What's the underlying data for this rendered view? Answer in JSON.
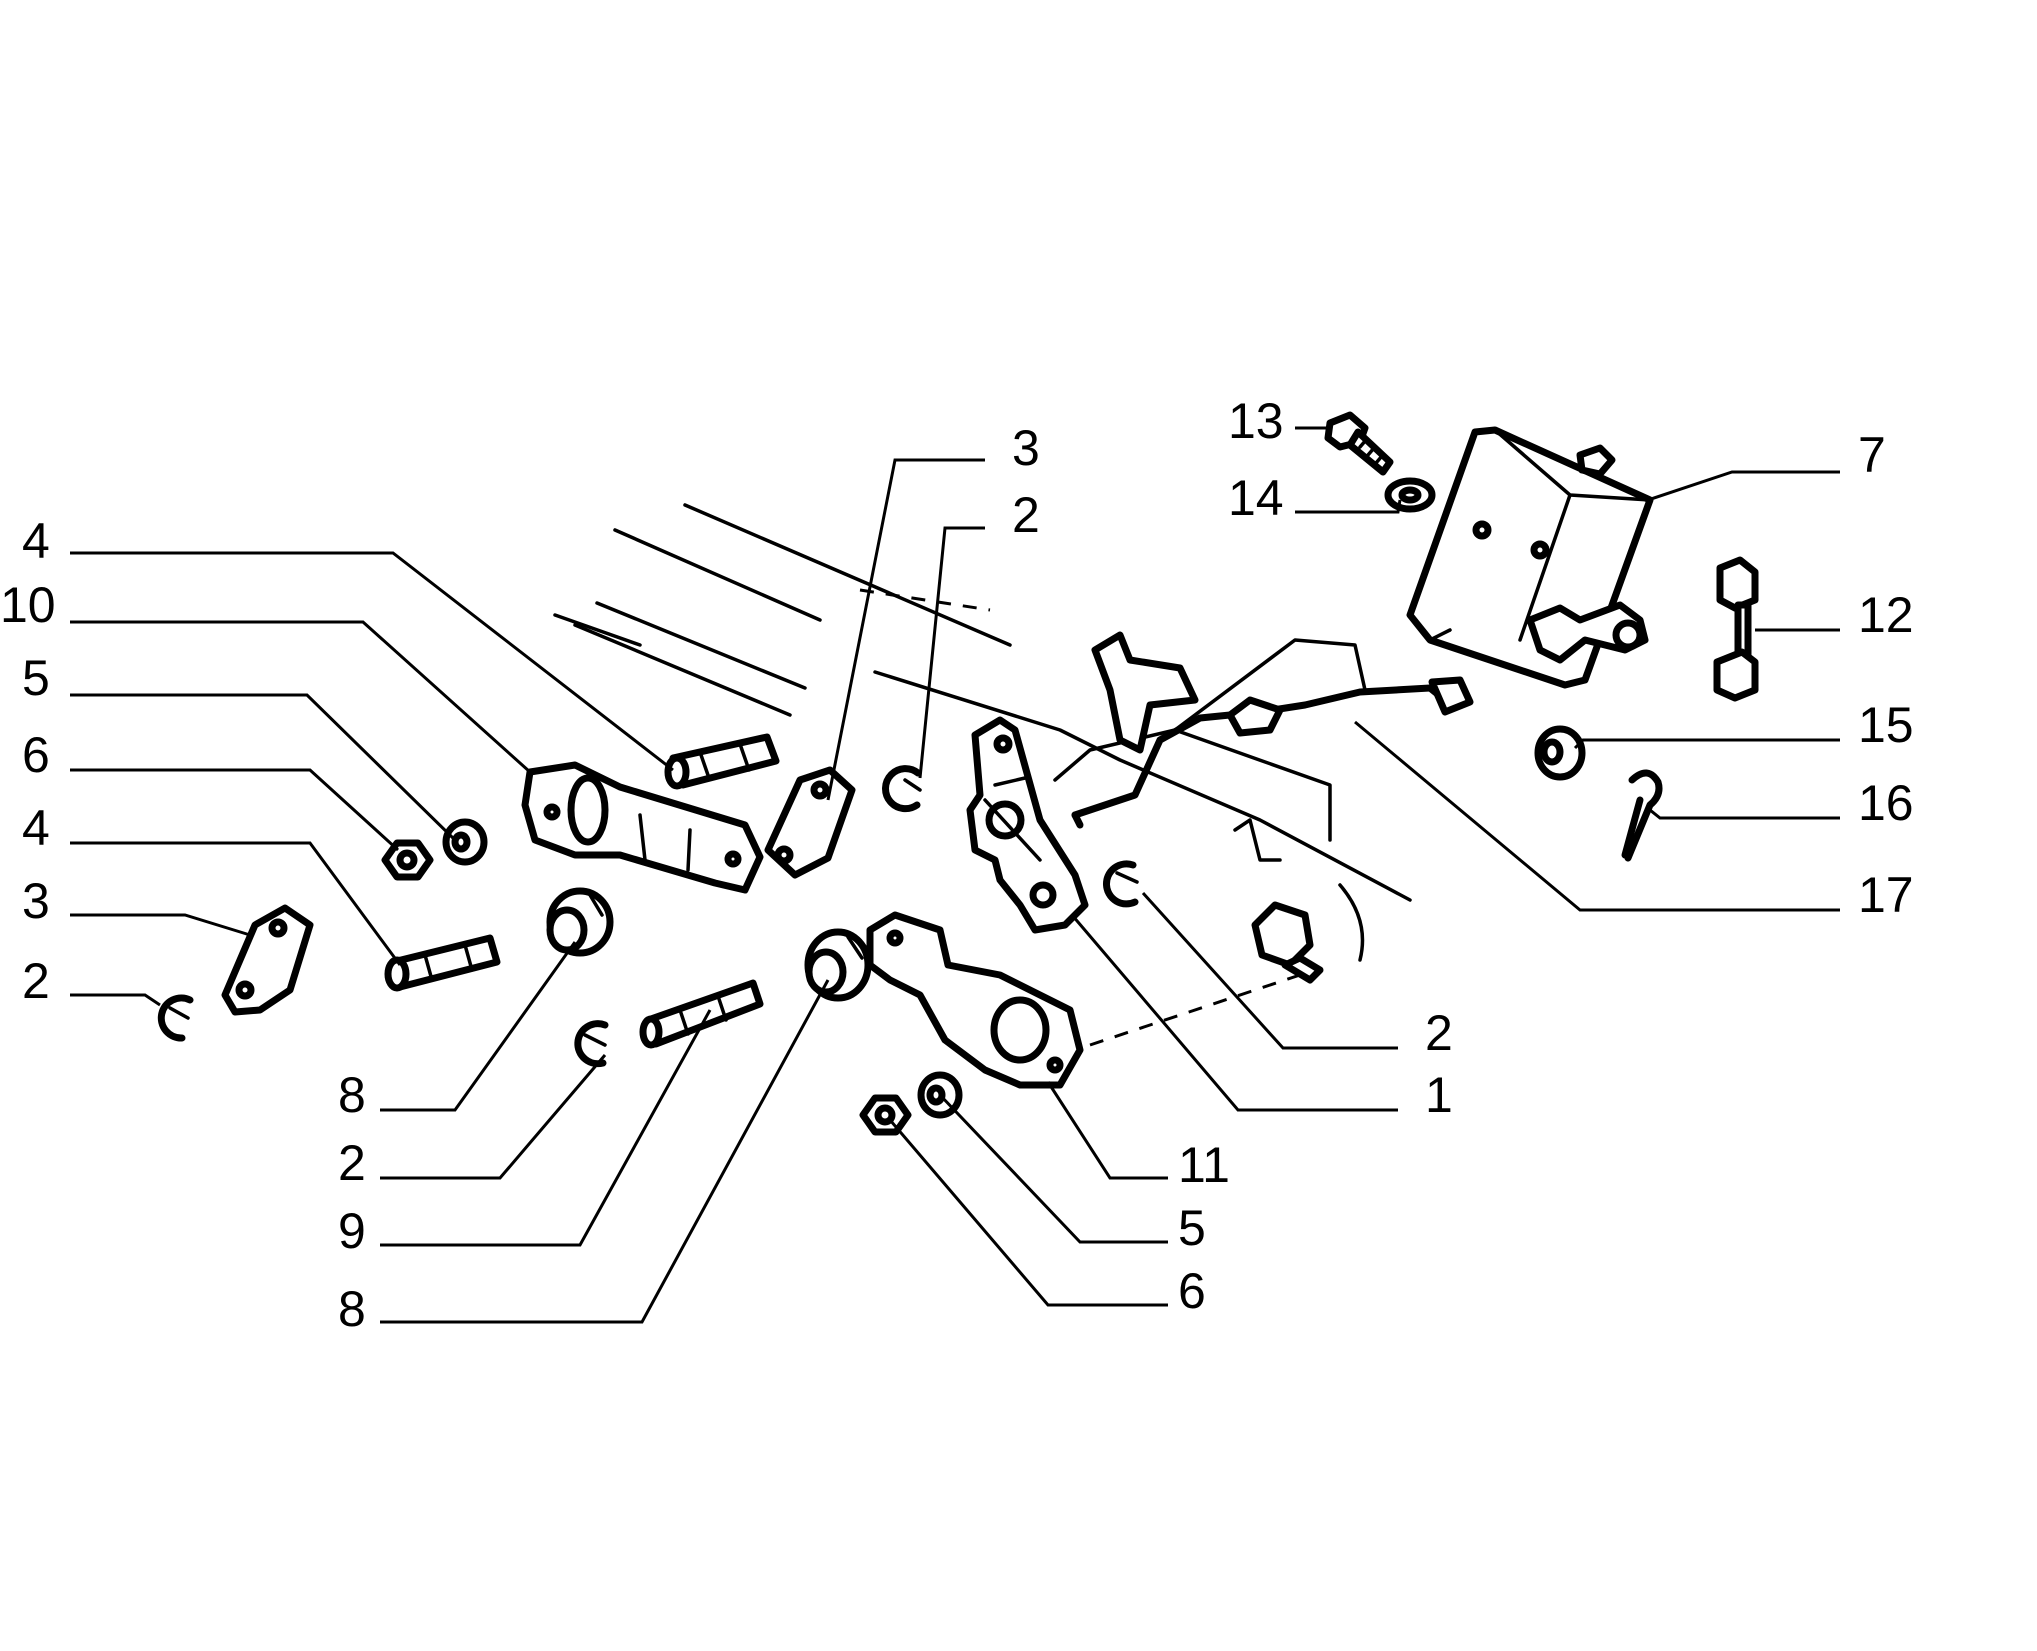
{
  "diagram": {
    "part_labels": {
      "l1": "1",
      "l2a": "2",
      "l2b": "2",
      "l2c": "2",
      "l2d": "2",
      "l3a": "3",
      "l3b": "3",
      "l4a": "4",
      "l4b": "4",
      "l5a": "5",
      "l5b": "5",
      "l6a": "6",
      "l6b": "6",
      "l7": "7",
      "l8a": "8",
      "l8b": "8",
      "l9": "9",
      "l10": "10",
      "l11": "11",
      "l12": "12",
      "l13": "13",
      "l14": "14",
      "l15": "15",
      "l16": "16",
      "l17": "17"
    }
  }
}
